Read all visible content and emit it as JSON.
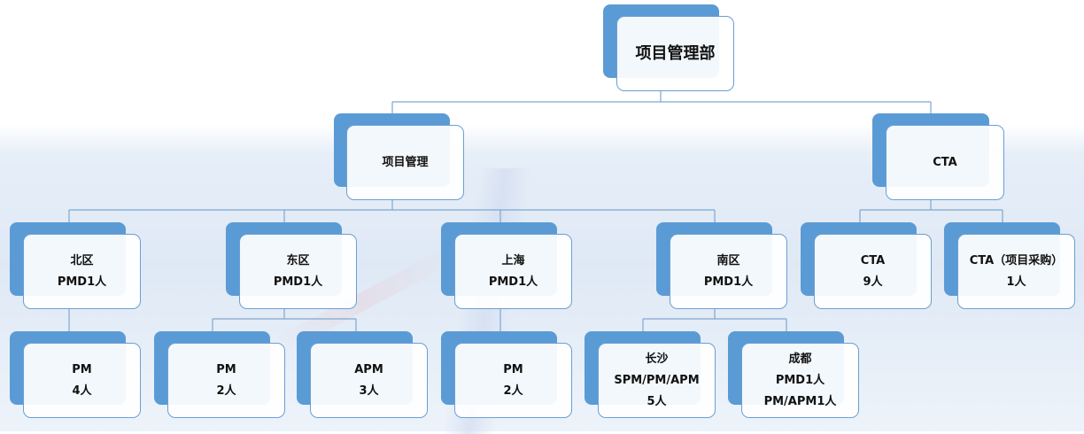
{
  "root": {
    "lines": [
      "项目管理部"
    ]
  },
  "level1": [
    {
      "id": "xmgl",
      "lines": [
        "项目管理"
      ]
    },
    {
      "id": "cta",
      "lines": [
        "CTA"
      ]
    }
  ],
  "level2": [
    {
      "id": "beiqu",
      "lines": [
        "北区",
        "PMD1人"
      ]
    },
    {
      "id": "dongqu",
      "lines": [
        "东区",
        "PMD1人"
      ]
    },
    {
      "id": "shanghai",
      "lines": [
        "上海",
        "PMD1人"
      ]
    },
    {
      "id": "nanqu",
      "lines": [
        "南区",
        "PMD1人"
      ]
    },
    {
      "id": "cta9",
      "lines": [
        "CTA",
        "9人"
      ]
    },
    {
      "id": "cta-purchase",
      "lines": [
        "CTA（项目采购）",
        "1人"
      ]
    }
  ],
  "level3": [
    {
      "id": "beiqu-pm",
      "lines": [
        "PM",
        "4人"
      ]
    },
    {
      "id": "dongqu-pm",
      "lines": [
        "PM",
        "2人"
      ]
    },
    {
      "id": "dongqu-apm",
      "lines": [
        "APM",
        "3人"
      ]
    },
    {
      "id": "shanghai-pm",
      "lines": [
        "PM",
        "2人"
      ]
    },
    {
      "id": "changsha",
      "lines": [
        "长沙",
        "SPM/PM/APM",
        "5人"
      ]
    },
    {
      "id": "chengdu",
      "lines": [
        "成都",
        "PMD1人",
        "PM/APM1人"
      ]
    }
  ],
  "colors": {
    "box_back": "#5b9bd5",
    "box_border": "#6a9fd2",
    "connector": "#7fa7cf"
  }
}
